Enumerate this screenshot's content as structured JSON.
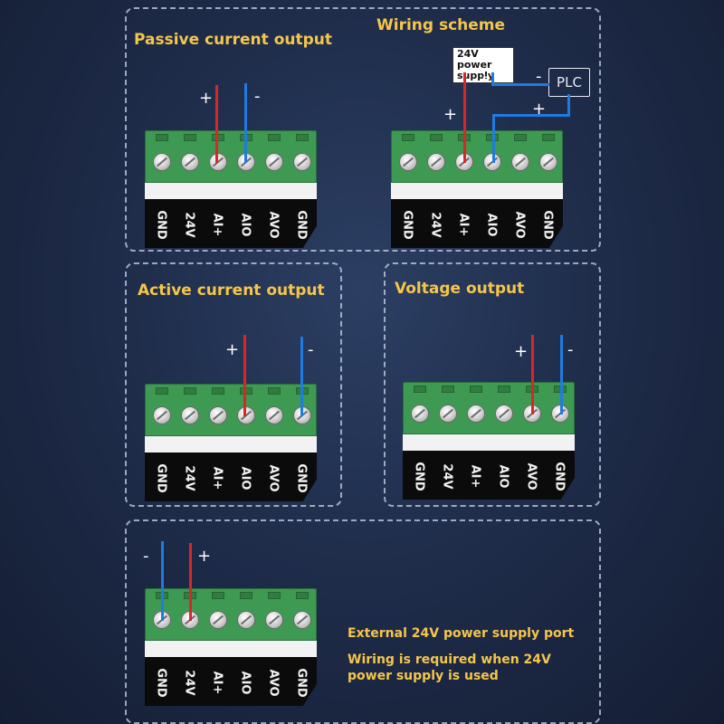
{
  "panels": {
    "passive": {
      "title": "Passive current output",
      "plus": "+",
      "minus": "-"
    },
    "wiring": {
      "title": "Wiring scheme",
      "power_supply_label": "24V power supply",
      "plc_label": "PLC",
      "plus": "+",
      "minus": "-"
    },
    "active": {
      "title": "Active current output",
      "plus": "+",
      "minus": "-"
    },
    "voltage": {
      "title": "Voltage output",
      "plus": "+",
      "minus": "-"
    },
    "external": {
      "plus": "+",
      "minus": "-",
      "note_line1": "External 24V power supply port",
      "note_line2": "Wiring is required when 24V power supply is used"
    }
  },
  "pins": [
    "GND",
    "24V",
    "AI+",
    "AIO",
    "AVO",
    "GND"
  ],
  "colors": {
    "title": "#f5c64a",
    "positive_wire": "#d92626",
    "negative_wire": "#1f7be0",
    "terminal_block": "#3e9a52"
  }
}
